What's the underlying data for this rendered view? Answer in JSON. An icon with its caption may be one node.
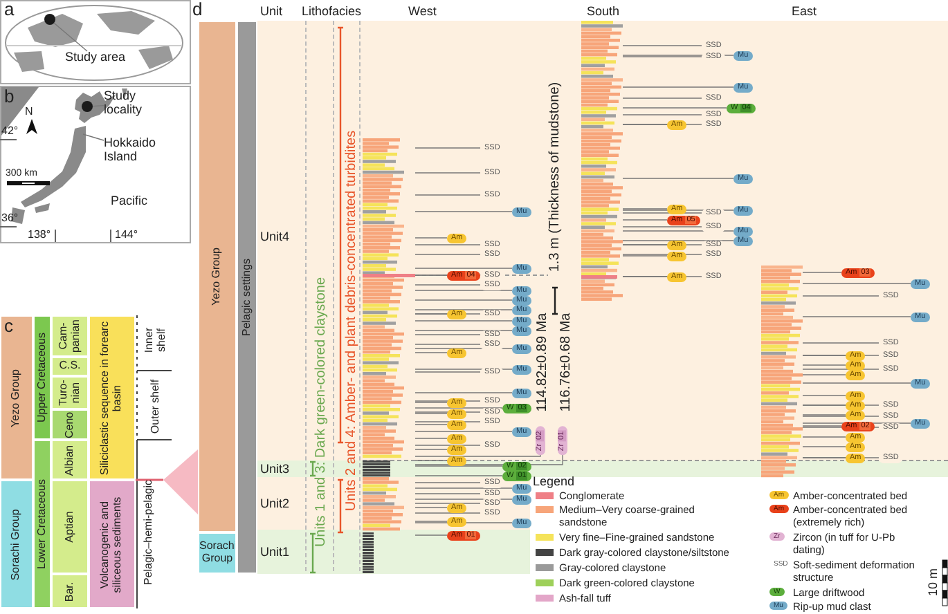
{
  "diagram": {
    "nodes": [
      {
        "text": [],
        "shape": "circle"
      },
      {
        "text": [
          "Study area"
        ]
      },
      {
        "text": [
          "Study locality"
        ]
      },
      {
        "text": [],
        "shape": "circle"
      },
      {
        "text": [
          "Hokkaido Island"
        ]
      },
      {
        "text": [
          "SSD"
        ]
      },
      {
        "text": [
          "SSD"
        ]
      },
      {
        "text": [
          "SSD"
        ]
      },
      {
        "text": [
          "Mu"
        ]
      },
      {
        "text": [
          "Am"
        ]
      },
      {
        "text": [
          "SSD"
        ]
      },
      {
        "text": [
          "SSD"
        ]
      },
      {
        "text": [
          "Mu"
        ]
      },
      {
        "text": [
          "Am",
          "04"
        ]
      },
      {
        "text": [
          "SSD"
        ]
      },
      {
        "text": [
          "SSD"
        ]
      },
      {
        "text": [
          "Mu"
        ]
      },
      {
        "text": [
          "Mu"
        ]
      },
      {
        "text": [
          "Mu"
        ]
      },
      {
        "text": [
          "Am"
        ]
      },
      {
        "text": [
          "SSD"
        ]
      },
      {
        "text": [
          "Mu"
        ]
      },
      {
        "text": [
          "Mu"
        ]
      },
      {
        "text": [
          "SSD"
        ]
      },
      {
        "text": [
          "SSD"
        ]
      },
      {
        "text": [
          "Mu"
        ]
      },
      {
        "text": [
          "Am"
        ]
      },
      {
        "text": [
          "Mu"
        ]
      },
      {
        "text": [
          "SSD"
        ]
      },
      {
        "text": [
          "Mu"
        ]
      },
      {
        "text": [
          "SSD"
        ]
      },
      {
        "text": [
          "Am"
        ]
      },
      {
        "text": [
          "W",
          "03"
        ]
      },
      {
        "text": [
          "Am"
        ]
      },
      {
        "text": [
          "SSD"
        ]
      },
      {
        "text": [
          "SSD"
        ]
      },
      {
        "text": [
          "Am"
        ]
      },
      {
        "text": [
          "Mu"
        ]
      },
      {
        "text": [
          "Am"
        ]
      },
      {
        "text": [
          "SSD"
        ]
      },
      {
        "text": [
          "Am"
        ]
      },
      {
        "text": [
          "Am"
        ]
      },
      {
        "text": [
          "W",
          "02"
        ]
      },
      {
        "text": [
          "W",
          "01"
        ]
      },
      {
        "text": [
          "SSD"
        ]
      },
      {
        "text": [
          "Mu"
        ]
      },
      {
        "text": [
          "SSD"
        ]
      },
      {
        "text": [
          "Mu"
        ]
      },
      {
        "text": [
          "SSD"
        ]
      },
      {
        "text": [
          "Am"
        ]
      },
      {
        "text": [
          "SSD"
        ]
      },
      {
        "text": [
          "Am"
        ]
      },
      {
        "text": [
          "Mu"
        ]
      },
      {
        "text": [
          "Am",
          "01"
        ]
      },
      {
        "text": [
          "Zr",
          "02"
        ]
      },
      {
        "text": [
          "Zr",
          "01"
        ]
      },
      {
        "text": [
          "SSD"
        ]
      },
      {
        "text": [
          "Mu"
        ]
      },
      {
        "text": [
          "SSD"
        ]
      },
      {
        "text": [
          "Mu"
        ]
      },
      {
        "text": [
          "SSD"
        ]
      },
      {
        "text": [
          "W",
          "04"
        ]
      },
      {
        "text": [
          "SSD"
        ]
      },
      {
        "text": [
          "SSD"
        ]
      },
      {
        "text": [
          "Am"
        ]
      },
      {
        "text": [
          "Mu"
        ]
      },
      {
        "text": [
          "Am"
        ]
      },
      {
        "text": [
          "Mu"
        ]
      },
      {
        "text": [
          "SSD"
        ]
      },
      {
        "text": [
          "Am",
          "05"
        ]
      },
      {
        "text": [
          "SSD"
        ]
      },
      {
        "text": [
          "Mu"
        ]
      },
      {
        "text": [
          "Mu"
        ]
      },
      {
        "text": [
          "Am"
        ]
      },
      {
        "text": [
          "SSD"
        ]
      },
      {
        "text": [
          "SSD"
        ]
      },
      {
        "text": [
          "Am"
        ]
      },
      {
        "text": [
          "Am"
        ]
      },
      {
        "text": [
          "SSD"
        ]
      },
      {
        "text": [
          "Am",
          "03"
        ]
      },
      {
        "text": [
          "Mu"
        ]
      },
      {
        "text": [
          "SSD"
        ]
      },
      {
        "text": [
          "Mu"
        ]
      },
      {
        "text": [
          "SSD"
        ]
      },
      {
        "text": [
          "Am"
        ]
      },
      {
        "text": [
          "SSD"
        ]
      },
      {
        "text": [
          "Am"
        ]
      },
      {
        "text": [
          "SSD"
        ]
      },
      {
        "text": [
          "Am"
        ]
      },
      {
        "text": [
          "Mu"
        ]
      },
      {
        "text": [
          "Am"
        ]
      },
      {
        "text": [
          "Am"
        ]
      },
      {
        "text": [
          "SSD"
        ]
      },
      {
        "text": [
          "Am"
        ]
      },
      {
        "text": [
          "SSD"
        ]
      },
      {
        "text": [
          "Mu"
        ]
      },
      {
        "text": [
          "Am",
          "02"
        ]
      },
      {
        "text": [
          "SSD"
        ]
      },
      {
        "text": [
          "Am"
        ]
      },
      {
        "text": [
          "Am"
        ]
      },
      {
        "text": [
          "Am"
        ]
      },
      {
        "text": [
          "SSD"
        ]
      },
      {
        "text": [],
        "shape": "bar"
      },
      {
        "text": [],
        "shape": "bar"
      },
      {
        "text": [],
        "shape": "bar"
      }
    ],
    "edges": [
      {
        "from": 1,
        "to": 0,
        "arrow": "none"
      },
      {
        "from": 2,
        "to": 3,
        "arrow": "none"
      },
      {
        "from": 4,
        "to": null,
        "arrow": "none"
      },
      {
        "from": 5,
        "to": 102,
        "arrow": "none"
      },
      {
        "from": 6,
        "to": 102,
        "arrow": "none"
      },
      {
        "from": 7,
        "to": 102,
        "arrow": "none"
      },
      {
        "from": 8,
        "to": 102,
        "arrow": "none"
      },
      {
        "from": 9,
        "to": 102,
        "arrow": "none"
      },
      {
        "from": 10,
        "to": 102,
        "arrow": "none"
      },
      {
        "from": 11,
        "to": 102,
        "arrow": "none"
      },
      {
        "from": 12,
        "to": 102,
        "arrow": "none"
      },
      {
        "from": 13,
        "to": 102,
        "arrow": "none"
      },
      {
        "from": 14,
        "to": 102,
        "arrow": "none"
      },
      {
        "from": 15,
        "to": 102,
        "arrow": "none"
      },
      {
        "from": 16,
        "to": 102,
        "arrow": "none"
      },
      {
        "from": 17,
        "to": 102,
        "arrow": "none"
      },
      {
        "from": 18,
        "to": 102,
        "arrow": "none"
      },
      {
        "from": 19,
        "to": 102,
        "arrow": "none"
      },
      {
        "from": 20,
        "to": 102,
        "arrow": "none"
      },
      {
        "from": 21,
        "to": 102,
        "arrow": "none"
      },
      {
        "from": 22,
        "to": 102,
        "arrow": "none"
      },
      {
        "from": 23,
        "to": 102,
        "arrow": "none"
      },
      {
        "from": 24,
        "to": 102,
        "arrow": "none"
      },
      {
        "from": 25,
        "to": 102,
        "arrow": "none"
      },
      {
        "from": 26,
        "to": 102,
        "arrow": "none"
      },
      {
        "from": 27,
        "to": 102,
        "arrow": "none"
      },
      {
        "from": 28,
        "to": 102,
        "arrow": "none"
      },
      {
        "from": 29,
        "to": 102,
        "arrow": "none"
      },
      {
        "from": 30,
        "to": 102,
        "arrow": "none"
      },
      {
        "from": 31,
        "to": 102,
        "arrow": "none"
      },
      {
        "from": 32,
        "to": 102,
        "arrow": "none"
      },
      {
        "from": 33,
        "to": 102,
        "arrow": "none"
      },
      {
        "from": 34,
        "to": 102,
        "arrow": "none"
      },
      {
        "from": 35,
        "to": 102,
        "arrow": "none"
      },
      {
        "from": 36,
        "to": 102,
        "arrow": "none"
      },
      {
        "from": 37,
        "to": 102,
        "arrow": "none"
      },
      {
        "from": 38,
        "to": 102,
        "arrow": "none"
      },
      {
        "from": 39,
        "to": 102,
        "arrow": "none"
      },
      {
        "from": 40,
        "to": 102,
        "arrow": "none"
      },
      {
        "from": 41,
        "to": 102,
        "arrow": "none"
      },
      {
        "from": 42,
        "to": 102,
        "arrow": "none"
      },
      {
        "from": 43,
        "to": 102,
        "arrow": "none"
      },
      {
        "from": 44,
        "to": 102,
        "arrow": "none"
      },
      {
        "from": 45,
        "to": 102,
        "arrow": "none"
      },
      {
        "from": 46,
        "to": 102,
        "arrow": "none"
      },
      {
        "from": 47,
        "to": 102,
        "arrow": "none"
      },
      {
        "from": 48,
        "to": 102,
        "arrow": "none"
      },
      {
        "from": 49,
        "to": 102,
        "arrow": "none"
      },
      {
        "from": 50,
        "to": 102,
        "arrow": "none"
      },
      {
        "from": 51,
        "to": 102,
        "arrow": "none"
      },
      {
        "from": 52,
        "to": 102,
        "arrow": "none"
      },
      {
        "from": 53,
        "to": 102,
        "arrow": "none"
      },
      {
        "from": 54,
        "to": 102,
        "arrow": "none"
      },
      {
        "from": 55,
        "to": 102,
        "arrow": "none"
      },
      {
        "from": 56,
        "to": 103,
        "arrow": "none"
      },
      {
        "from": 57,
        "to": 103,
        "arrow": "none"
      },
      {
        "from": 58,
        "to": 103,
        "arrow": "none"
      },
      {
        "from": 59,
        "to": 103,
        "arrow": "none"
      },
      {
        "from": 60,
        "to": 103,
        "arrow": "none"
      },
      {
        "from": 61,
        "to": 103,
        "arrow": "none"
      },
      {
        "from": 62,
        "to": 103,
        "arrow": "none"
      },
      {
        "from": 63,
        "to": 103,
        "arrow": "none"
      },
      {
        "from": 64,
        "to": 103,
        "arrow": "none"
      },
      {
        "from": 65,
        "to": 103,
        "arrow": "none"
      },
      {
        "from": 66,
        "to": 103,
        "arrow": "none"
      },
      {
        "from": 67,
        "to": 103,
        "arrow": "none"
      },
      {
        "from": 68,
        "to": 103,
        "arrow": "none"
      },
      {
        "from": 69,
        "to": 103,
        "arrow": "none"
      },
      {
        "from": 70,
        "to": 103,
        "arrow": "none"
      },
      {
        "from": 71,
        "to": 103,
        "arrow": "none"
      },
      {
        "from": 72,
        "to": 103,
        "arrow": "none"
      },
      {
        "from": 73,
        "to": 103,
        "arrow": "none"
      },
      {
        "from": 74,
        "to": 103,
        "arrow": "none"
      },
      {
        "from": 75,
        "to": 103,
        "arrow": "none"
      },
      {
        "from": 76,
        "to": 103,
        "arrow": "none"
      },
      {
        "from": 77,
        "to": 103,
        "arrow": "none"
      },
      {
        "from": 78,
        "to": 103,
        "arrow": "none"
      },
      {
        "from": 79,
        "to": 104,
        "arrow": "none"
      },
      {
        "from": 80,
        "to": 104,
        "arrow": "none"
      },
      {
        "from": 81,
        "to": 104,
        "arrow": "none"
      },
      {
        "from": 82,
        "to": 104,
        "arrow": "none"
      },
      {
        "from": 83,
        "to": 104,
        "arrow": "none"
      },
      {
        "from": 84,
        "to": 104,
        "arrow": "none"
      },
      {
        "from": 85,
        "to": 104,
        "arrow": "none"
      },
      {
        "from": 86,
        "to": 104,
        "arrow": "none"
      },
      {
        "from": 87,
        "to": 104,
        "arrow": "none"
      },
      {
        "from": 88,
        "to": 104,
        "arrow": "none"
      },
      {
        "from": 89,
        "to": 104,
        "arrow": "none"
      },
      {
        "from": 90,
        "to": 104,
        "arrow": "none"
      },
      {
        "from": 91,
        "to": 104,
        "arrow": "none"
      },
      {
        "from": 92,
        "to": 104,
        "arrow": "none"
      },
      {
        "from": 93,
        "to": 104,
        "arrow": "none"
      },
      {
        "from": 94,
        "to": 104,
        "arrow": "none"
      },
      {
        "from": 95,
        "to": 104,
        "arrow": "none"
      },
      {
        "from": 96,
        "to": 104,
        "arrow": "none"
      },
      {
        "from": 97,
        "to": 104,
        "arrow": "none"
      },
      {
        "from": 98,
        "to": 104,
        "arrow": "none"
      },
      {
        "from": 99,
        "to": 104,
        "arrow": "none"
      },
      {
        "from": 100,
        "to": 104,
        "arrow": "none"
      },
      {
        "from": 101,
        "to": 104,
        "arrow": "none"
      }
    ],
    "labels": [
      "a",
      "b",
      "N",
      "42°",
      "300 km",
      "Pacific",
      "36°",
      "138°",
      "144°",
      "c",
      "Yezo Group",
      "Sorachi Group",
      "Upper Cretaceous",
      "Lower Cretaceous",
      "Cam-panian",
      "C.S.",
      "Turo-nian",
      "Ceno.",
      "Albian",
      "Aptian",
      "Bar.",
      "Siliciclastic sequence in forearc basin",
      "Volcanogenic and siliceous sediments",
      "Inner shelf",
      "Outer shelf",
      "Pelagic–hemi-pelagic",
      "d",
      "Unit",
      "Lithofacies",
      "West",
      "South",
      "East",
      "Yezo Group",
      "Sorachi Group",
      "Pelagic settings",
      "Unit4",
      "Unit3",
      "Unit2",
      "Unit1",
      "Units 1 and 3: Dark green-colored claystone",
      "Units 2 and 4: Amber- and plant debris-concentrated turbidites",
      "1.3 m (Thickness of mudstone)",
      "114.82±0.89 Ma",
      "116.76±0.68 Ma",
      "Legend",
      "Am",
      "Am",
      "Zr",
      "SSD",
      "W",
      "Mu",
      "10 m"
    ],
    "legend": [
      {
        "text": "Conglomerate",
        "color": "#ef7f86"
      },
      {
        "text": "Medium–Very coarse-grained sandstone",
        "color": "#f7a57a"
      },
      {
        "text": "Very fine–Fine-grained sandstone",
        "color": "#f5e35a"
      },
      {
        "text": "Dark gray-colored claystone/siltstone",
        "color": "#444444"
      },
      {
        "text": "Gray-colored claystone",
        "color": "#9a9a9a"
      },
      {
        "text": "Dark green-colored claystone",
        "color": "#9ed05a"
      },
      {
        "text": "Ash-fall tuff",
        "color": "#e3a6c8"
      },
      {
        "text": "Amber-concentrated bed"
      },
      {
        "text": "Amber-concentrated bed (extremely rich)"
      },
      {
        "text": "Zircon (in tuff for U-Pb dating)"
      },
      {
        "text": "Soft-sediment deformation structure"
      },
      {
        "text": "Large driftwood"
      },
      {
        "text": "Rip-up mud clast"
      }
    ]
  }
}
